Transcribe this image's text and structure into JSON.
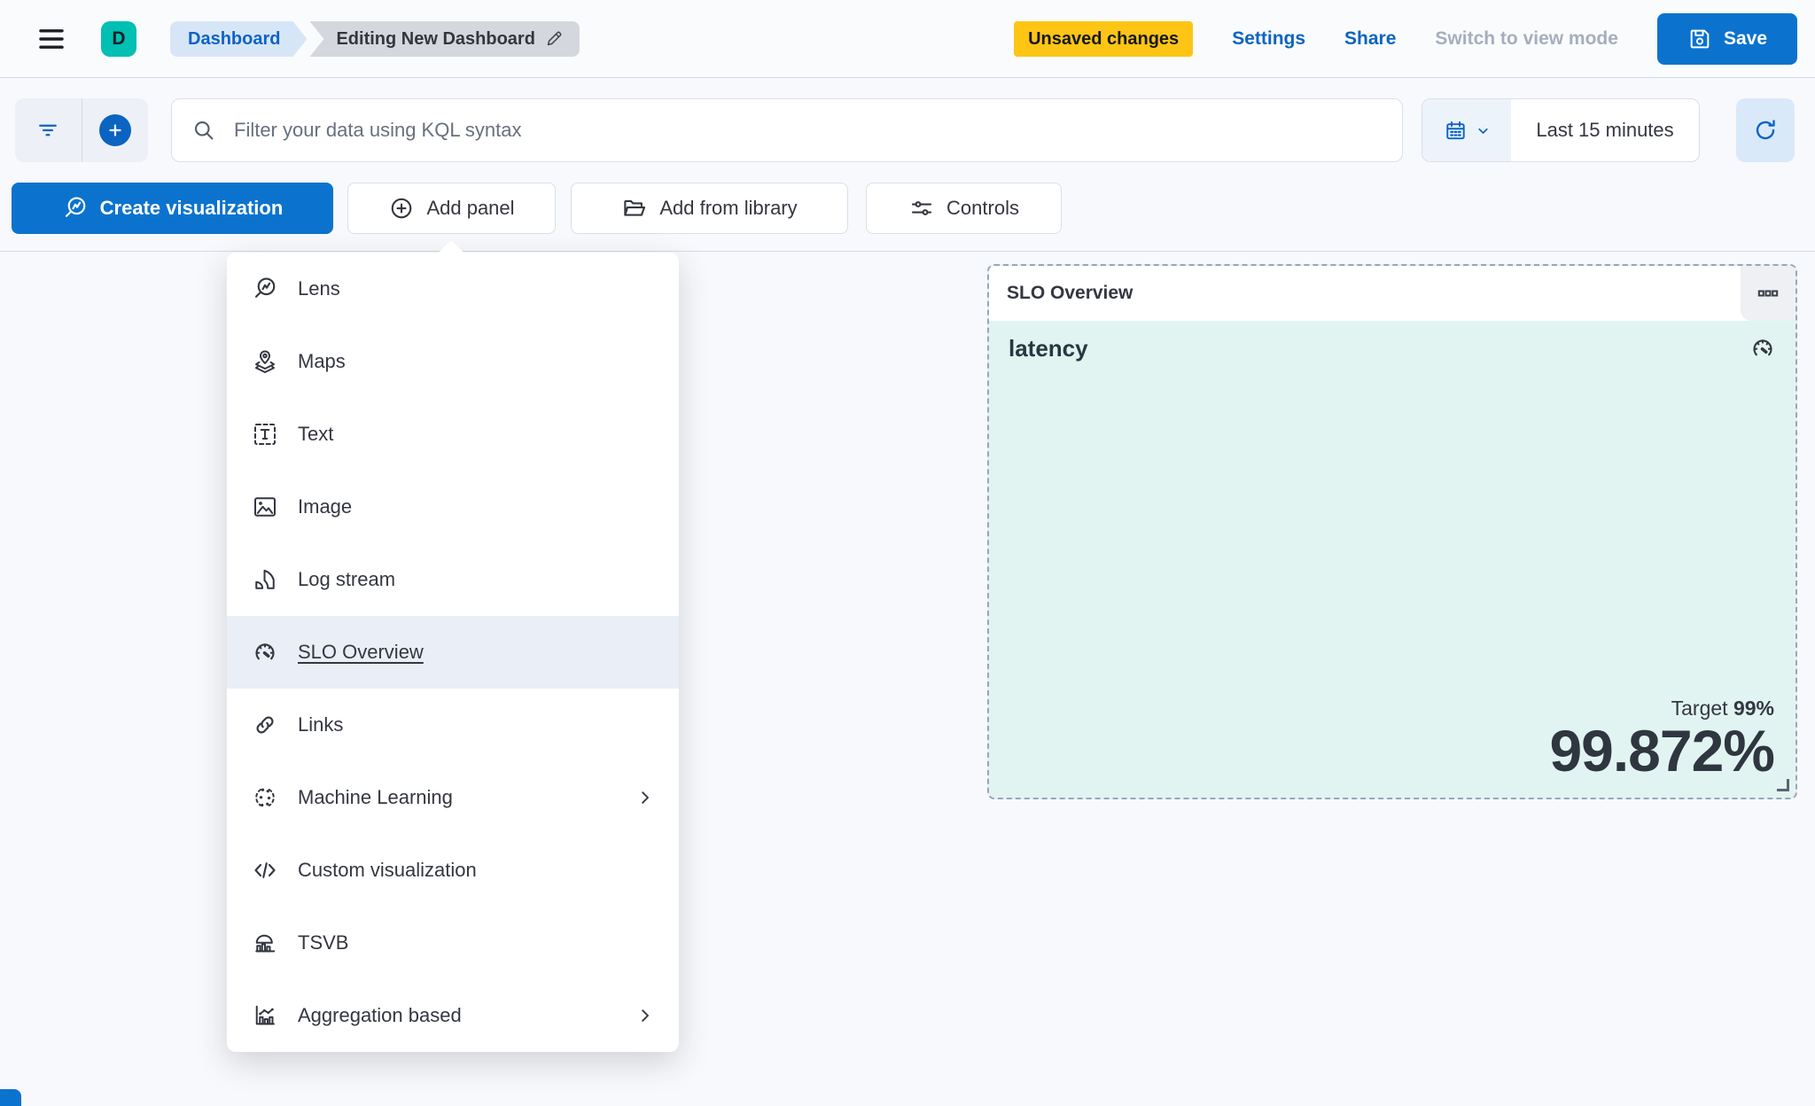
{
  "header": {
    "avatar_letter": "D",
    "breadcrumbs": [
      "Dashboard",
      "Editing New Dashboard"
    ],
    "unsaved_badge": "Unsaved changes",
    "settings_label": "Settings",
    "share_label": "Share",
    "switch_view_label": "Switch to view mode",
    "save_label": "Save"
  },
  "query_bar": {
    "kql_placeholder": "Filter your data using KQL syntax",
    "time_range_label": "Last 15 minutes"
  },
  "toolbar": {
    "create_visualization_label": "Create visualization",
    "add_panel_label": "Add panel",
    "add_from_library_label": "Add from library",
    "controls_label": "Controls"
  },
  "add_panel_menu": {
    "items": [
      {
        "label": "Lens",
        "icon": "lens-icon"
      },
      {
        "label": "Maps",
        "icon": "maps-icon"
      },
      {
        "label": "Text",
        "icon": "text-icon"
      },
      {
        "label": "Image",
        "icon": "image-icon"
      },
      {
        "label": "Log stream",
        "icon": "log-stream-icon"
      },
      {
        "label": "SLO Overview",
        "icon": "gauge-icon",
        "state": "hovered"
      },
      {
        "label": "Links",
        "icon": "link-icon"
      },
      {
        "label": "Machine Learning",
        "icon": "machine-learning-icon",
        "has_submenu": true
      },
      {
        "label": "Custom visualization",
        "icon": "code-icon"
      },
      {
        "label": "TSVB",
        "icon": "tsvb-icon"
      },
      {
        "label": "Aggregation based",
        "icon": "aggregation-icon",
        "has_submenu": true
      }
    ]
  },
  "slo_panel": {
    "title": "SLO Overview",
    "metric_title": "latency",
    "target_label": "Target",
    "target_value": "99%",
    "sli_value": "99.872%"
  },
  "colors": {
    "primary_blue": "#0b73ce",
    "link_blue": "#0b64c2",
    "accent_teal": "#00bfb3",
    "warning_yellow": "#fec514",
    "panel_mint": "#e1f4f1",
    "menu_highlight": "#e9eef7",
    "border_gray": "#d3dae6"
  }
}
